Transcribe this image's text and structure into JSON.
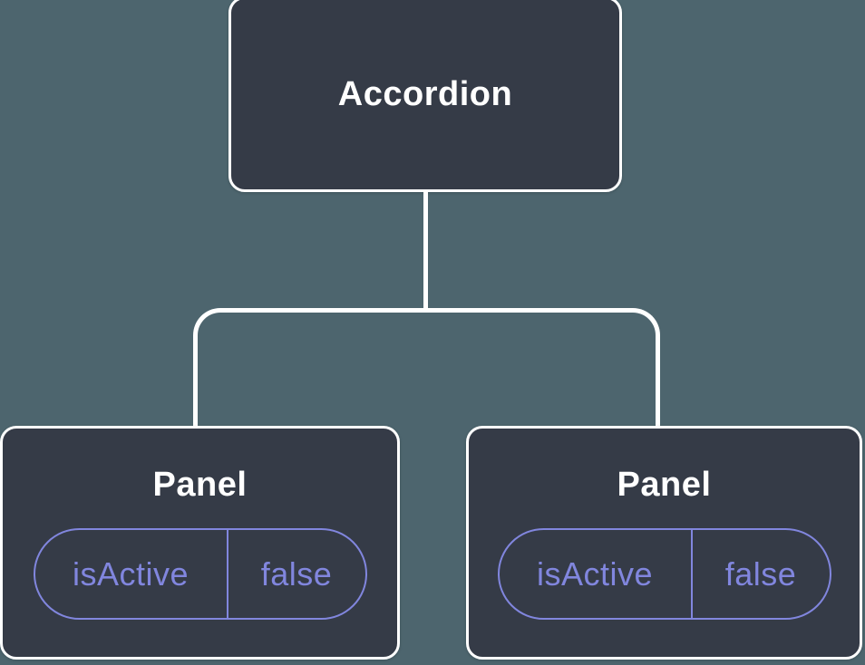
{
  "diagram": {
    "colors": {
      "background": "#4d656e",
      "node_fill": "#353b47",
      "node_border": "#ffffff",
      "connector": "#ffffff",
      "state_accent": "#8186de"
    },
    "root": {
      "label": "Accordion"
    },
    "children": [
      {
        "label": "Panel",
        "state": {
          "key": "isActive",
          "value": "false"
        }
      },
      {
        "label": "Panel",
        "state": {
          "key": "isActive",
          "value": "false"
        }
      }
    ]
  }
}
